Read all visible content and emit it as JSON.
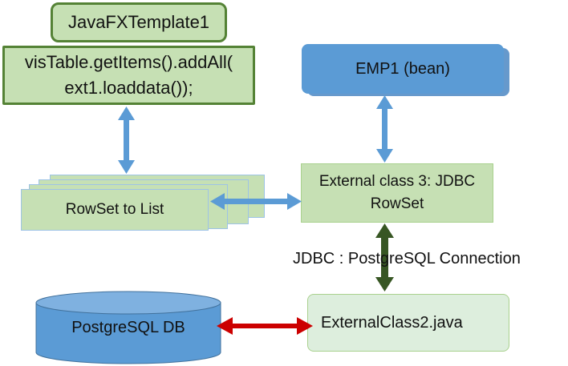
{
  "nodes": {
    "javafx_template": "JavaFXTemplate1",
    "code_line1": "visTable.getItems().addAll(",
    "code_line2": "ext1.loaddata());",
    "emp_bean": "EMP1 (bean)",
    "rowset_to_list": "RowSet to List",
    "external_class3_line1": "External class 3: JDBC",
    "external_class3_line2": "RowSet",
    "external_class2": "ExternalClass2.java",
    "postgresql_db": "PostgreSQL DB"
  },
  "edges": {
    "jdbc_connection_label": "JDBC : PostgreSQL Connection"
  },
  "colors": {
    "green_fill": "#c6e0b4",
    "green_border": "#548235",
    "blue_fill": "#5b9bd5",
    "blue_arrow": "#5b9bd5",
    "dark_green_arrow": "#375623",
    "red_arrow": "#cc0000"
  }
}
